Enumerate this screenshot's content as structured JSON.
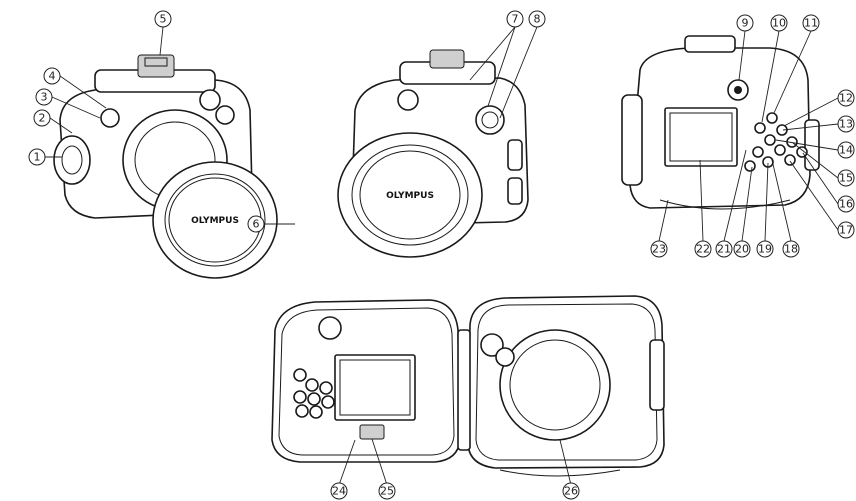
{
  "brand": "OLYMPUS",
  "callouts": [
    "1",
    "2",
    "3",
    "4",
    "5",
    "6",
    "7",
    "8",
    "9",
    "10",
    "11",
    "12",
    "13",
    "14",
    "15",
    "16",
    "17",
    "18",
    "19",
    "20",
    "21",
    "22",
    "23",
    "24",
    "25",
    "26"
  ]
}
